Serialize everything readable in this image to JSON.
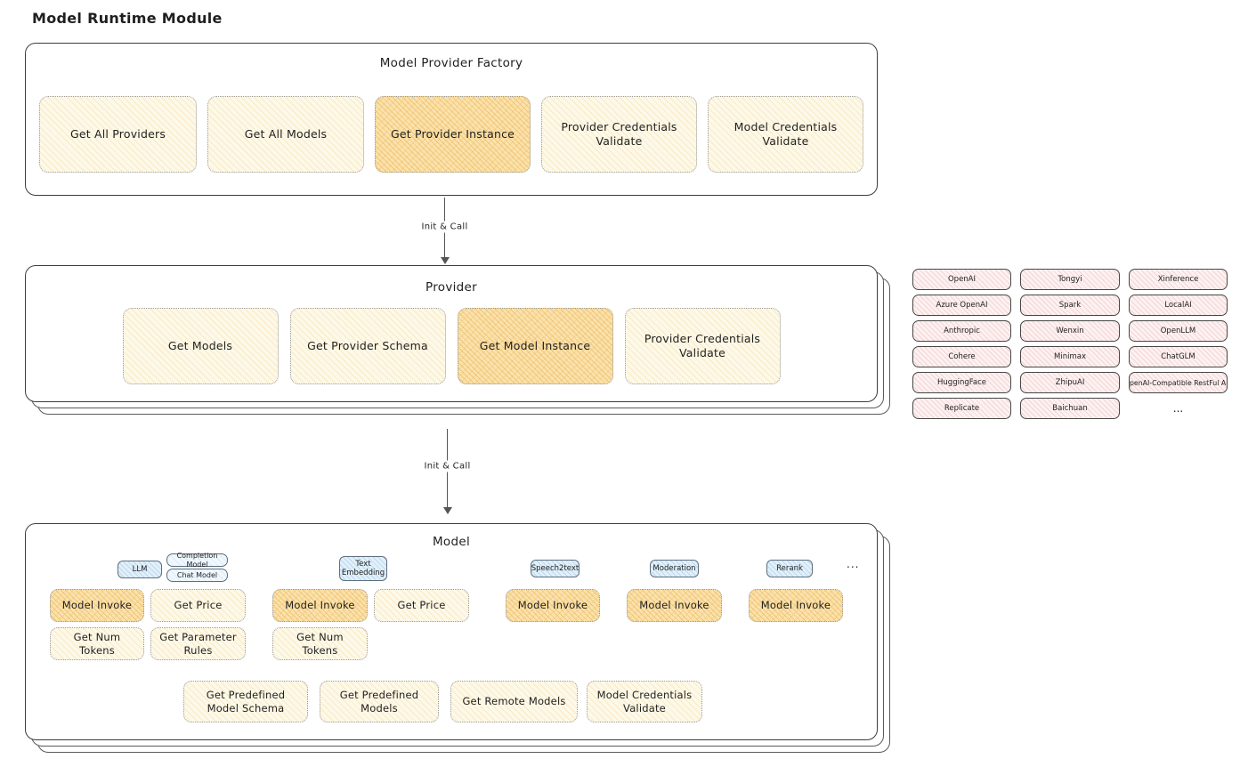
{
  "page_title": "Model Runtime Module",
  "factory": {
    "title": "Model Provider Factory",
    "boxes": [
      {
        "label": "Get All Providers",
        "highlight": false
      },
      {
        "label": "Get All Models",
        "highlight": false
      },
      {
        "label": "Get Provider Instance",
        "highlight": true
      },
      {
        "label": "Provider Credentials Validate",
        "highlight": false
      },
      {
        "label": "Model Credentials Validate",
        "highlight": false
      }
    ]
  },
  "arrows": {
    "init_call_1": "Init & Call",
    "init_call_2": "Init & Call"
  },
  "provider": {
    "title": "Provider",
    "boxes": [
      {
        "label": "Get Models",
        "highlight": false
      },
      {
        "label": "Get Provider Schema",
        "highlight": false
      },
      {
        "label": "Get Model Instance",
        "highlight": true
      },
      {
        "label": "Provider Credentials Validate",
        "highlight": false
      }
    ]
  },
  "providers_list": {
    "items": [
      "OpenAI",
      "Tongyi",
      "Xinference",
      "Azure OpenAI",
      "Spark",
      "LocalAI",
      "Anthropic",
      "Wenxin",
      "OpenLLM",
      "Cohere",
      "Minimax",
      "ChatGLM",
      "HuggingFace",
      "ZhipuAI",
      "OpenAI-Compatible RestFul API",
      "Replicate",
      "Baichuan"
    ],
    "more": "..."
  },
  "model": {
    "title": "Model",
    "types": {
      "llm": "LLM",
      "completion": "Completion Model",
      "chat": "Chat Model",
      "text_embedding": "Text Embedding",
      "speech2text": "Speech2text",
      "moderation": "Moderation",
      "rerank": "Rerank",
      "more": "..."
    },
    "functions": {
      "model_invoke": "Model Invoke",
      "get_price": "Get Price",
      "get_num_tokens": "Get Num Tokens",
      "get_parameter_rules": "Get Parameter Rules",
      "get_predefined_model_schema": "Get Predefined Model Schema",
      "get_predefined_models": "Get Predefined Models",
      "get_remote_models": "Get Remote Models",
      "model_credentials_validate": "Model Credentials Validate"
    }
  },
  "colors": {
    "function_box_fill": "#fdf9e9",
    "highlight_box_fill": "#fae2ac",
    "provider_chip_fill": "#fdf1f1",
    "type_tag_fill": "#e2f0fa",
    "panel_border": "#3d3d3d",
    "dotted_border": "#9a9a9a"
  }
}
